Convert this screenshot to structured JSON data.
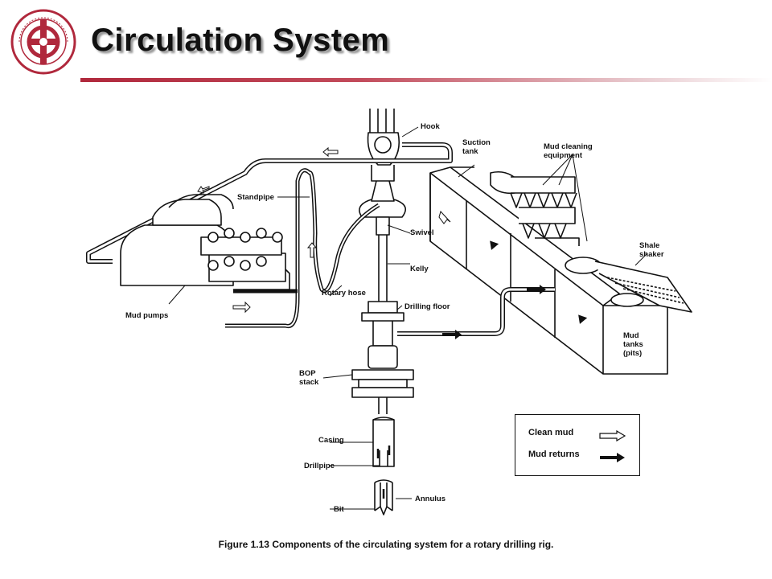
{
  "header": {
    "title": "Circulation System",
    "logo_icon": "university-seal-icon",
    "logo_color": "#b0283c",
    "rule_color": "#b0283c"
  },
  "diagram": {
    "labels": {
      "hook": "Hook",
      "suction_tank_1": "Suction",
      "suction_tank_2": "tank",
      "mud_cleaning_1": "Mud cleaning",
      "mud_cleaning_2": "equipment",
      "standpipe": "Standpipe",
      "swivel": "Swivel",
      "kelly": "Kelly",
      "shale_shaker_1": "Shale",
      "shale_shaker_2": "shaker",
      "mud_pumps": "Mud pumps",
      "rotary_hose": "Rotary hose",
      "drilling_floor": "Drilling floor",
      "mud_tanks_1": "Mud",
      "mud_tanks_2": "tanks",
      "mud_tanks_3": "(pits)",
      "bop_stack_1": "BOP",
      "bop_stack_2": "stack",
      "casing": "Casing",
      "drillpipe": "Drillpipe",
      "annulus": "Annulus",
      "bit": "Bit"
    },
    "legend": {
      "clean_mud": "Clean mud",
      "mud_returns": "Mud returns"
    }
  },
  "caption": "Figure 1.13 Components of the circulating system for a rotary drilling rig."
}
